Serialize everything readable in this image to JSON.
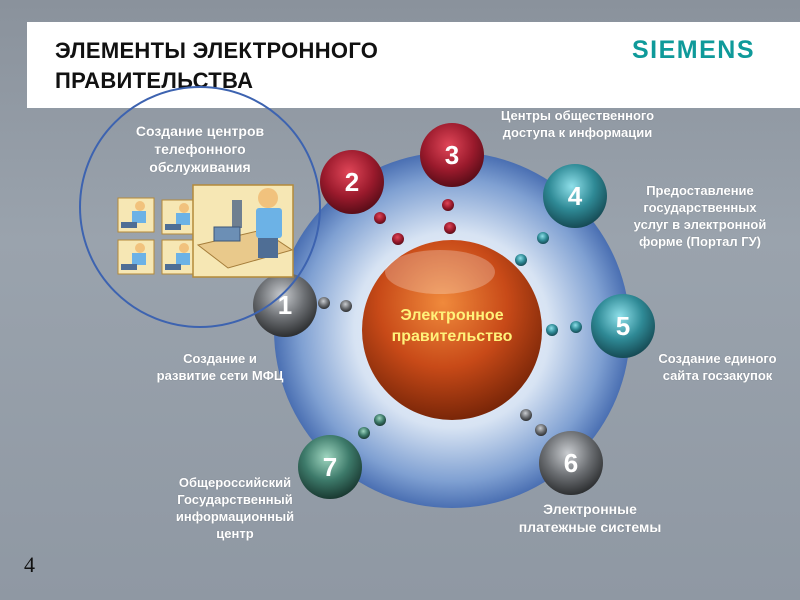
{
  "slide": {
    "title": "ЭЛЕМЕНТЫ ЭЛЕКТРОННОГО\nПРАВИТЕЛЬСТВА",
    "brand": "SIEMENS",
    "page_number": "4"
  },
  "colors": {
    "brand": "#0f9a9a",
    "center_core": "#c4471a",
    "center_text": "#fff27a",
    "red_node": "#8f1a2a",
    "teal_node": "#2f8a96",
    "grey_node": "#6c6f73",
    "green_node": "#3d7a6a",
    "ring": "#3d63b0"
  },
  "diagram": {
    "center": "Электронное\nправительство",
    "nodes": [
      {
        "number": "1",
        "label": "Создание и\nразвитие сети МФЦ",
        "color": "grey"
      },
      {
        "number": "2",
        "label": "Создание центров\nтелефонного\nобслуживания",
        "color": "red"
      },
      {
        "number": "3",
        "label": "Центры общественного\nдоступа к информации",
        "color": "red"
      },
      {
        "number": "4",
        "label": "Предоставление\nгосударственных\nуслуг в электронной\nформе (Портал ГУ)",
        "color": "teal"
      },
      {
        "number": "5",
        "label": "Создание единого\nсайта госзакупок",
        "color": "teal"
      },
      {
        "number": "6",
        "label": "Электронные\nплатежные системы",
        "color": "grey"
      },
      {
        "number": "7",
        "label": "Общероссийский\nГосударственный\nинформационный\nцентр",
        "color": "green"
      }
    ],
    "highlight_icon": "call-center-operators-illustration"
  }
}
